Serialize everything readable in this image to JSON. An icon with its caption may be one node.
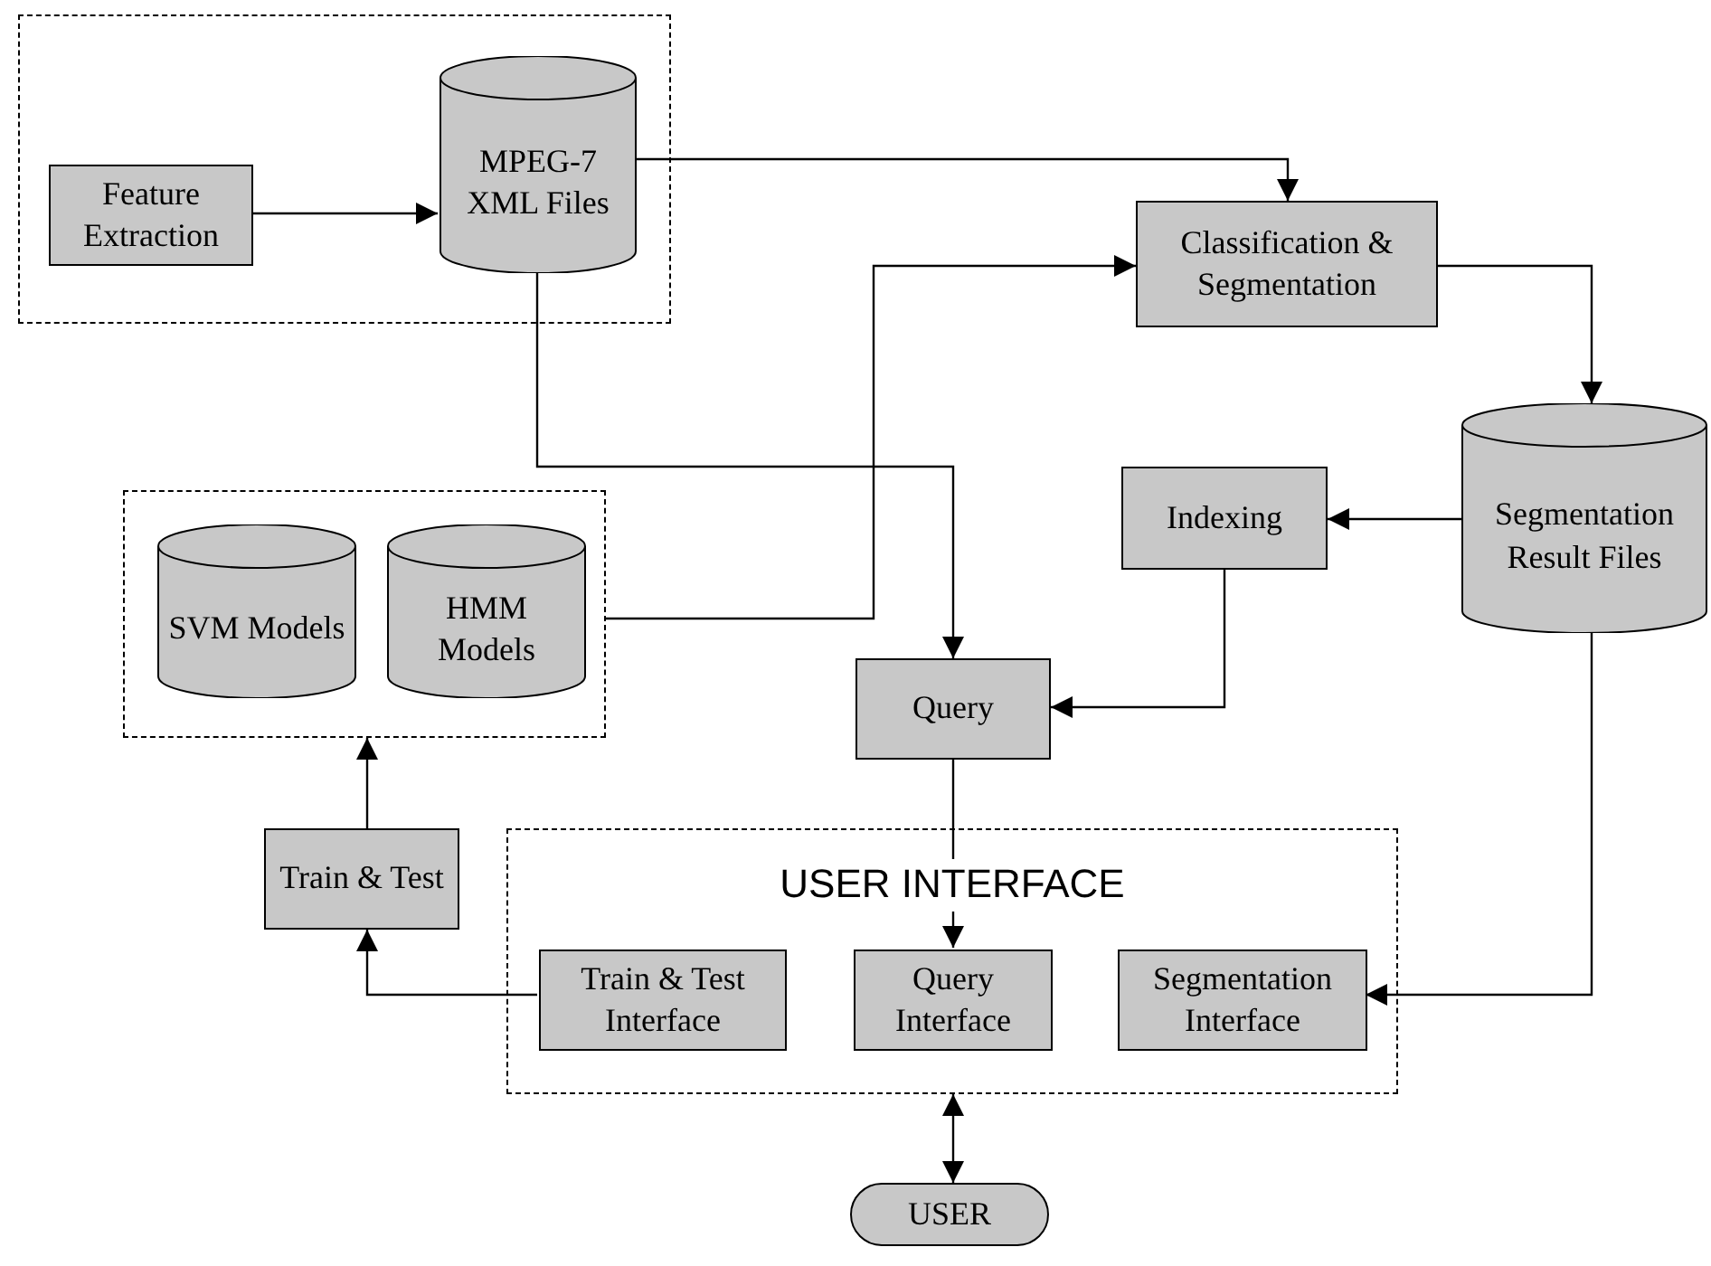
{
  "diagram": {
    "nodes": [
      {
        "text": [],
        "shape": "box"
      },
      {
        "text": [
          "Feature Extraction"
        ],
        "in": 0
      },
      {
        "text": [
          "MPEG-7 XML Files"
        ],
        "in": 0
      },
      {
        "text": [
          "Classification & Segmentation"
        ]
      },
      {
        "text": [
          "Segmentation Result Files"
        ]
      },
      {
        "text": [
          "Indexing"
        ]
      },
      {
        "text": [],
        "shape": "box"
      },
      {
        "text": [
          "SVM Models"
        ],
        "in": 6
      },
      {
        "text": [
          "HMM Models"
        ],
        "in": 6
      },
      {
        "text": [
          "Query"
        ]
      },
      {
        "text": [
          "Train & Test"
        ]
      },
      {
        "text": [
          "USER INTERFACE"
        ]
      },
      {
        "text": [
          "Train & Test Interface"
        ],
        "in": 11
      },
      {
        "text": [
          "Query Interface"
        ],
        "in": 11
      },
      {
        "text": [
          "Segmentation Interface"
        ],
        "in": 11
      },
      {
        "text": [
          "USER"
        ]
      }
    ],
    "edges": [
      {
        "from": 1,
        "to": 2,
        "arrow": "to"
      },
      {
        "from": 2,
        "to": 3,
        "arrow": "to"
      },
      {
        "from": 6,
        "to": 3,
        "arrow": "to"
      },
      {
        "from": 3,
        "to": 4,
        "arrow": "to"
      },
      {
        "from": 4,
        "to": 5,
        "arrow": "to"
      },
      {
        "from": 5,
        "to": 9,
        "arrow": "to"
      },
      {
        "from": 2,
        "to": 9,
        "arrow": "to"
      },
      {
        "from": 9,
        "to": 13,
        "arrow": "to"
      },
      {
        "from": 4,
        "to": 14,
        "arrow": "to"
      },
      {
        "from": 12,
        "to": 10,
        "arrow": "to"
      },
      {
        "from": 10,
        "to": 6,
        "arrow": "to"
      },
      {
        "from": 11,
        "to": 15,
        "arrow": "both"
      }
    ]
  }
}
